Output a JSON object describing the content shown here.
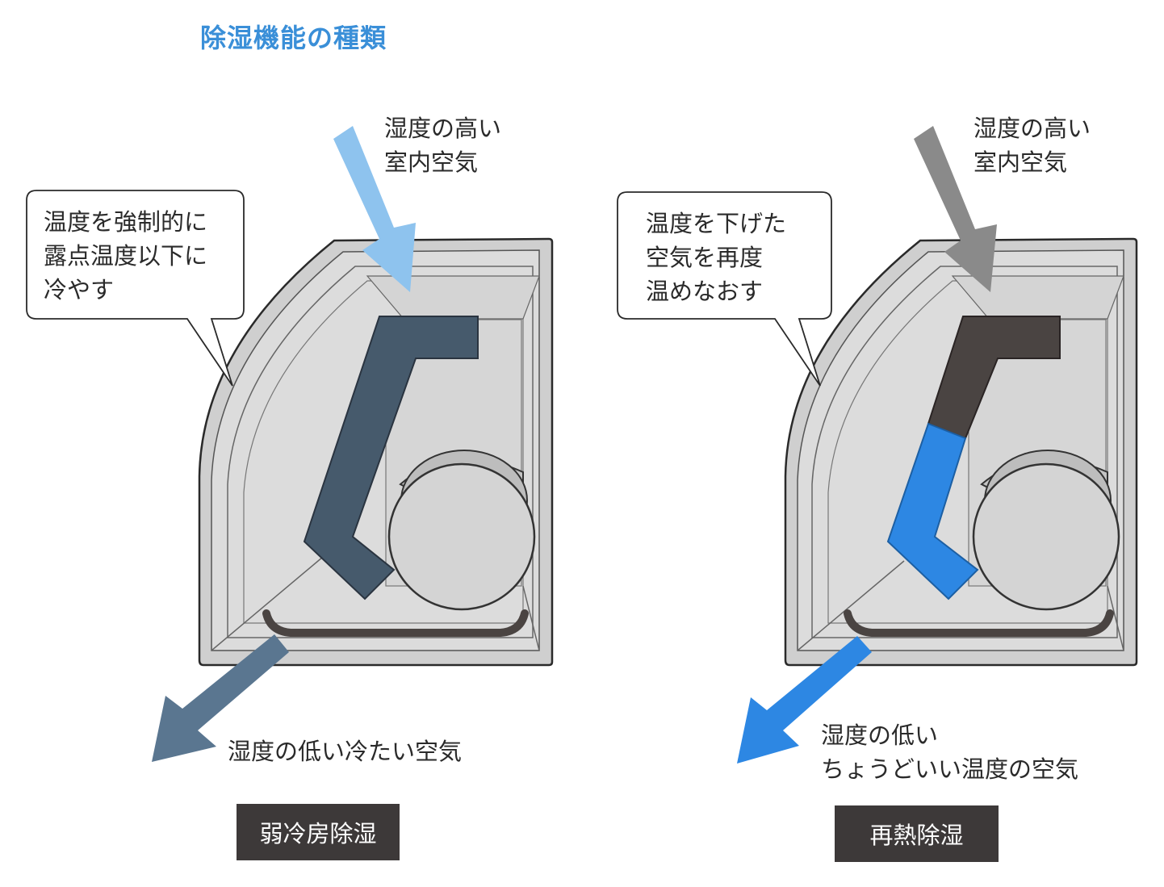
{
  "title": "除湿機能の種類",
  "colors": {
    "title_blue": "#3a8fd8",
    "light_blue_arrow": "#8ec3ee",
    "grey_arrow": "#8a8a8a",
    "slate_arrow": "#5a7690",
    "bright_blue": "#2d87e3",
    "coil_dark_slate": "#465a6c",
    "coil_dark_brown": "#4a4442",
    "label_bg": "#3d3939"
  },
  "left_panel": {
    "inflow_text": "湿度の高い\n室内空気",
    "bubble_text": "温度を強制的に\n露点温度以下に\n冷やす",
    "outflow_text": "湿度の低い冷たい空気",
    "label": "弱冷房除湿"
  },
  "right_panel": {
    "inflow_text": "湿度の高い\n室内空気",
    "bubble_text": "温度を下げた\n空気を再度\n温めなおす",
    "outflow_text": "湿度の低い\nちょうどいい温度の空気",
    "label": "再熱除湿"
  }
}
